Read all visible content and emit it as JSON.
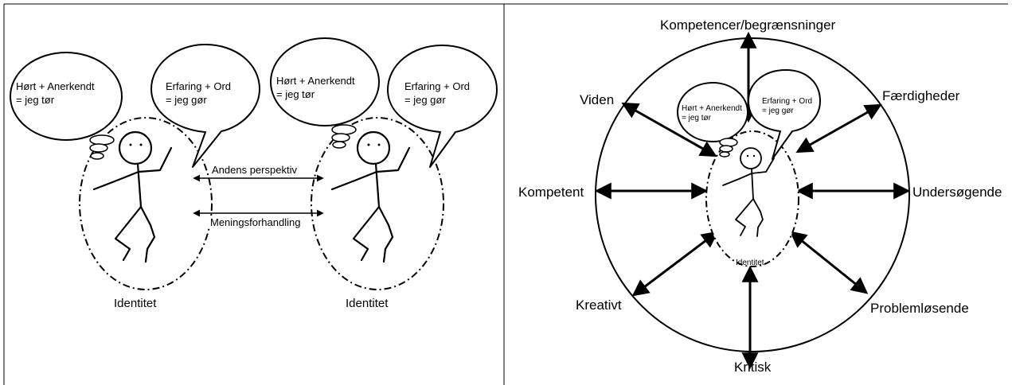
{
  "left_panel": {
    "person1": {
      "thought_line1": "Hørt + Anerkendt",
      "thought_line2": "= jeg tør",
      "speech_line1": "Erfaring + Ord",
      "speech_line2": "= jeg gør",
      "label": "Identitet"
    },
    "person2": {
      "thought_line1": "Hørt + Anerkendt",
      "thought_line2": "= jeg tør",
      "speech_line1": "Erfaring + Ord",
      "speech_line2": "= jeg gør",
      "label": "Identitet"
    },
    "arrow_top_label": "Andens perspektiv",
    "arrow_bottom_label": "Meningsforhandling"
  },
  "right_panel": {
    "center": {
      "thought_line1": "Hørt + Anerkendt",
      "thought_line2": "= jeg tør",
      "speech_line1": "Erfaring + Ord",
      "speech_line2": "= jeg gør",
      "label": "Identitet"
    },
    "spokes": {
      "top": "Kompetencer/begrænsninger",
      "top_right": "Færdigheder",
      "right": "Undersøgende",
      "bottom_right": "Problemløsende",
      "bottom": "Kritisk",
      "bottom_left": "Kreativt",
      "left": "Kompetent",
      "top_left": "Viden"
    }
  }
}
